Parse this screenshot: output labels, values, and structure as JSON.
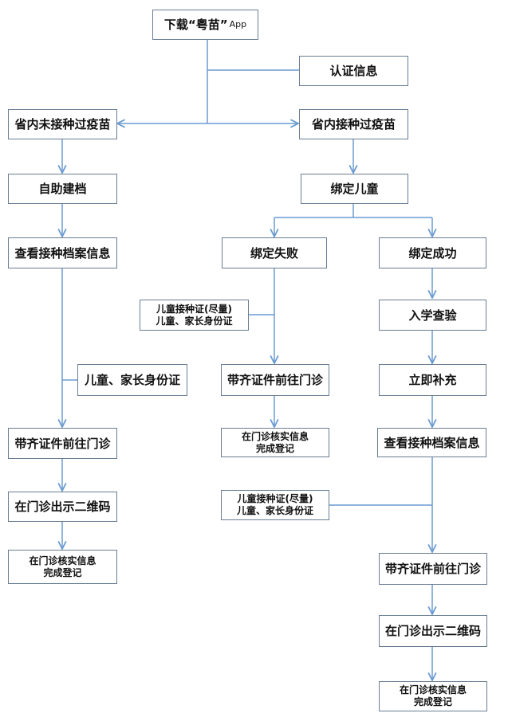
{
  "colors": {
    "line": "#6b9bd1",
    "border": "#6a7d93"
  },
  "nodes": {
    "download_app": {
      "main": "下载“粤苗”",
      "suffix": "App"
    },
    "auth_info": "认证信息",
    "not_vaccinated": "省内未接种过疫苗",
    "vaccinated": "省内接种过疫苗",
    "self_register": "自助建档",
    "bind_child": "绑定儿童",
    "view_records_left": "查看接种档案信息",
    "bind_failed": "绑定失败",
    "bind_success": "绑定成功",
    "docs_mid": {
      "line1": "儿童接种证(尽量)",
      "line2": "儿童、家长身份证"
    },
    "school_check": "入学查验",
    "id_cards_left": "儿童、家长身份证",
    "go_clinic_mid": "带齐证件前往门诊",
    "supplement": "立即补充",
    "verify_mid": {
      "line1": "在门诊核实信息",
      "line2": "完成登记"
    },
    "view_records_right": "查看接种档案信息",
    "go_clinic_left": "带齐证件前往门诊",
    "docs_right": {
      "line1": "儿童接种证(尽量)",
      "line2": "儿童、家长身份证"
    },
    "qr_left": "在门诊出示二维码",
    "verify_left": {
      "line1": "在门诊核实信息",
      "line2": "完成登记"
    },
    "go_clinic_right": "带齐证件前往门诊",
    "qr_right": "在门诊出示二维码",
    "verify_right": {
      "line1": "在门诊核实信息",
      "line2": "完成登记"
    }
  }
}
